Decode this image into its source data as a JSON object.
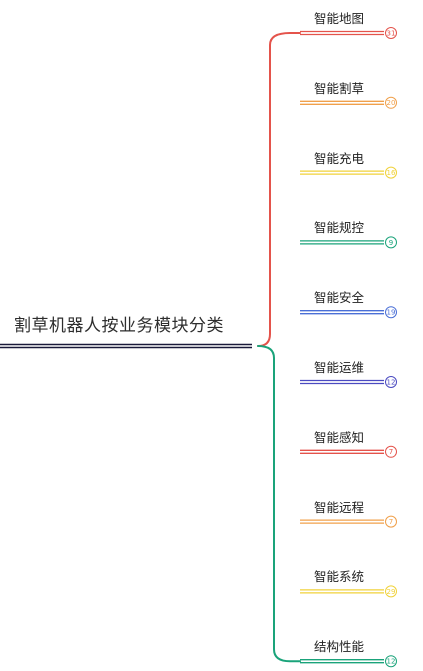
{
  "root": {
    "label": "割草机器人按业务模块分类"
  },
  "brace_colors": {
    "upper": "#e4534b",
    "lower": "#1aa37a"
  },
  "root_line_color": "#1a1a3a",
  "nodes": [
    {
      "label": "智能地图",
      "count": "31",
      "color": "#e4534b"
    },
    {
      "label": "智能割草",
      "count": "20",
      "color": "#f0a04b"
    },
    {
      "label": "智能充电",
      "count": "16",
      "color": "#f0d23a"
    },
    {
      "label": "智能规控",
      "count": "9",
      "color": "#1aa37a"
    },
    {
      "label": "智能安全",
      "count": "19",
      "color": "#4a6fd6"
    },
    {
      "label": "智能运维",
      "count": "12",
      "color": "#4a4ac0"
    },
    {
      "label": "智能感知",
      "count": "7",
      "color": "#e4534b"
    },
    {
      "label": "智能远程",
      "count": "7",
      "color": "#f0a04b"
    },
    {
      "label": "智能系统",
      "count": "29",
      "color": "#f0d23a"
    },
    {
      "label": "结构性能",
      "count": "12",
      "color": "#1aa37a"
    }
  ]
}
